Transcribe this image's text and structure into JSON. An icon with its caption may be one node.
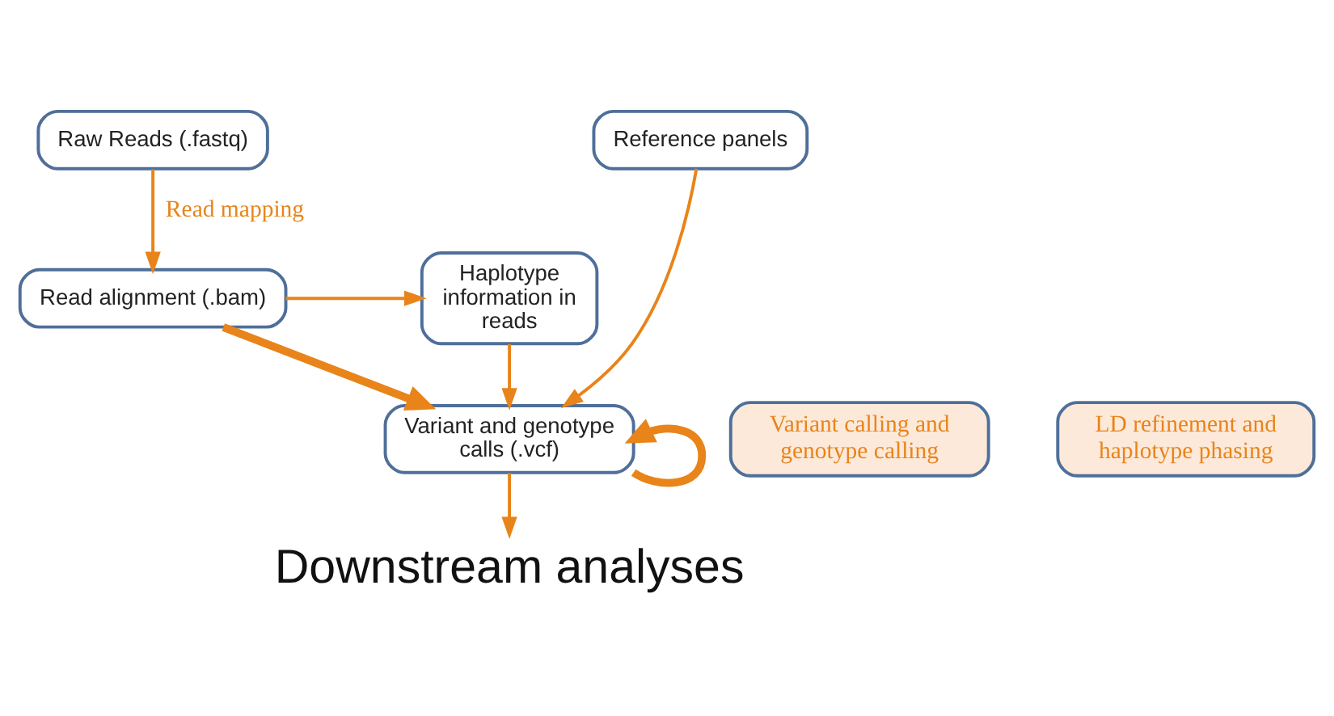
{
  "diagram": {
    "nodes": [
      {
        "text": [
          "Raw Reads (.fastq)"
        ]
      },
      {
        "text": [
          "Reference panels"
        ]
      },
      {
        "text": [
          "Read alignment (.bam)"
        ]
      },
      {
        "text": [
          "Haplotype information in reads"
        ]
      },
      {
        "text": [
          "Variant calling and genotype calling"
        ]
      },
      {
        "text": [
          "Variant and genotype calls (.vcf)"
        ]
      },
      {
        "text": [
          "LD refinement and haplotype phasing"
        ]
      },
      {
        "text": [
          "Downstream analyses"
        ]
      }
    ],
    "edges": [
      {
        "from": 0,
        "to": 2,
        "arrow": "to",
        "label": "Read mapping"
      },
      {
        "from": 2,
        "to": 3,
        "arrow": "to"
      },
      {
        "from": 2,
        "to": 5,
        "arrow": "to",
        "style": "thick"
      },
      {
        "from": 3,
        "to": 5,
        "arrow": "to"
      },
      {
        "from": 1,
        "to": 5,
        "arrow": "to"
      },
      {
        "from": 5,
        "to": 5,
        "arrow": "to",
        "style": "thick"
      },
      {
        "from": 5,
        "to": 7,
        "arrow": "to"
      }
    ]
  }
}
